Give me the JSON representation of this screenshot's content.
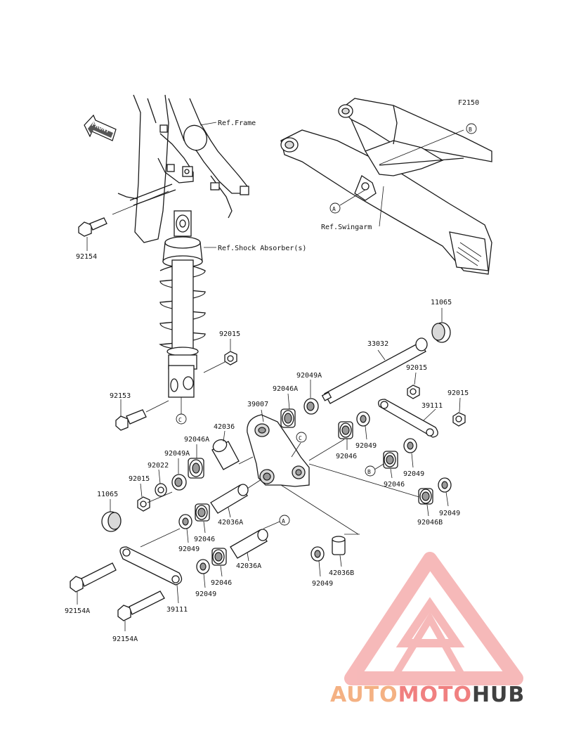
{
  "diagram_code": "F2150",
  "front_label": "FRONT",
  "refs": {
    "frame": "Ref.Frame",
    "swingarm": "Ref.Swingarm",
    "shock": "Ref.Shock Absorber(s)"
  },
  "markers": {
    "a": "A",
    "b": "B",
    "c": "C"
  },
  "parts": {
    "p92154_top": "92154",
    "p11065_top": "11065",
    "p33032": "33032",
    "p92015_shock": "92015",
    "p92015_right1": "92015",
    "p92015_right2": "92015",
    "p92015_left": "92015",
    "p92153": "92153",
    "p92046a_mid": "92046A",
    "p92049a_mid": "92049A",
    "p39007": "39007",
    "p39111_right": "39111",
    "p42036": "42036",
    "p92046a_left": "92046A",
    "p92049a_left": "92049A",
    "p92022": "92022",
    "p92049_r1": "92049",
    "p92046_r1": "92046",
    "p92049_r2": "92049",
    "p92046_r2": "92046",
    "p11065_left": "11065",
    "p42036a_1": "42036A",
    "p92046_l1": "92046",
    "p92049_l1": "92049",
    "p92046b": "92046B",
    "p92049_r3": "92049",
    "p42036a_2": "42036A",
    "p92046_l2": "92046",
    "p92049_l2": "92049",
    "p92049_b": "92049",
    "p42036b": "42036B",
    "p92154a_1": "92154A",
    "p92154a_2": "92154A",
    "p39111_left": "39111"
  },
  "watermark": {
    "part1": "AUTO",
    "part2": "MOTO",
    "part3": "HUB",
    "color1": "#f4b183",
    "color2": "#f08080",
    "color3": "#404040",
    "logo_color": "#f4a09a"
  }
}
